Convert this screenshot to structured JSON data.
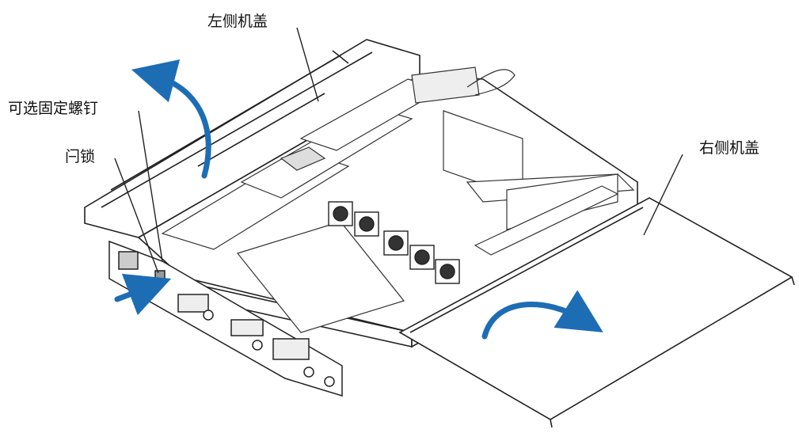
{
  "labels": {
    "left_cover": "左侧机盖",
    "optional_screw": "可选固定螺钉",
    "latch": "闩锁",
    "right_cover": "右侧机盖"
  },
  "colors": {
    "arrow": "#1d6db5",
    "line": "#222222"
  },
  "icons": [
    "open-arrow-icon",
    "push-arrow-icon",
    "fan-icon"
  ]
}
